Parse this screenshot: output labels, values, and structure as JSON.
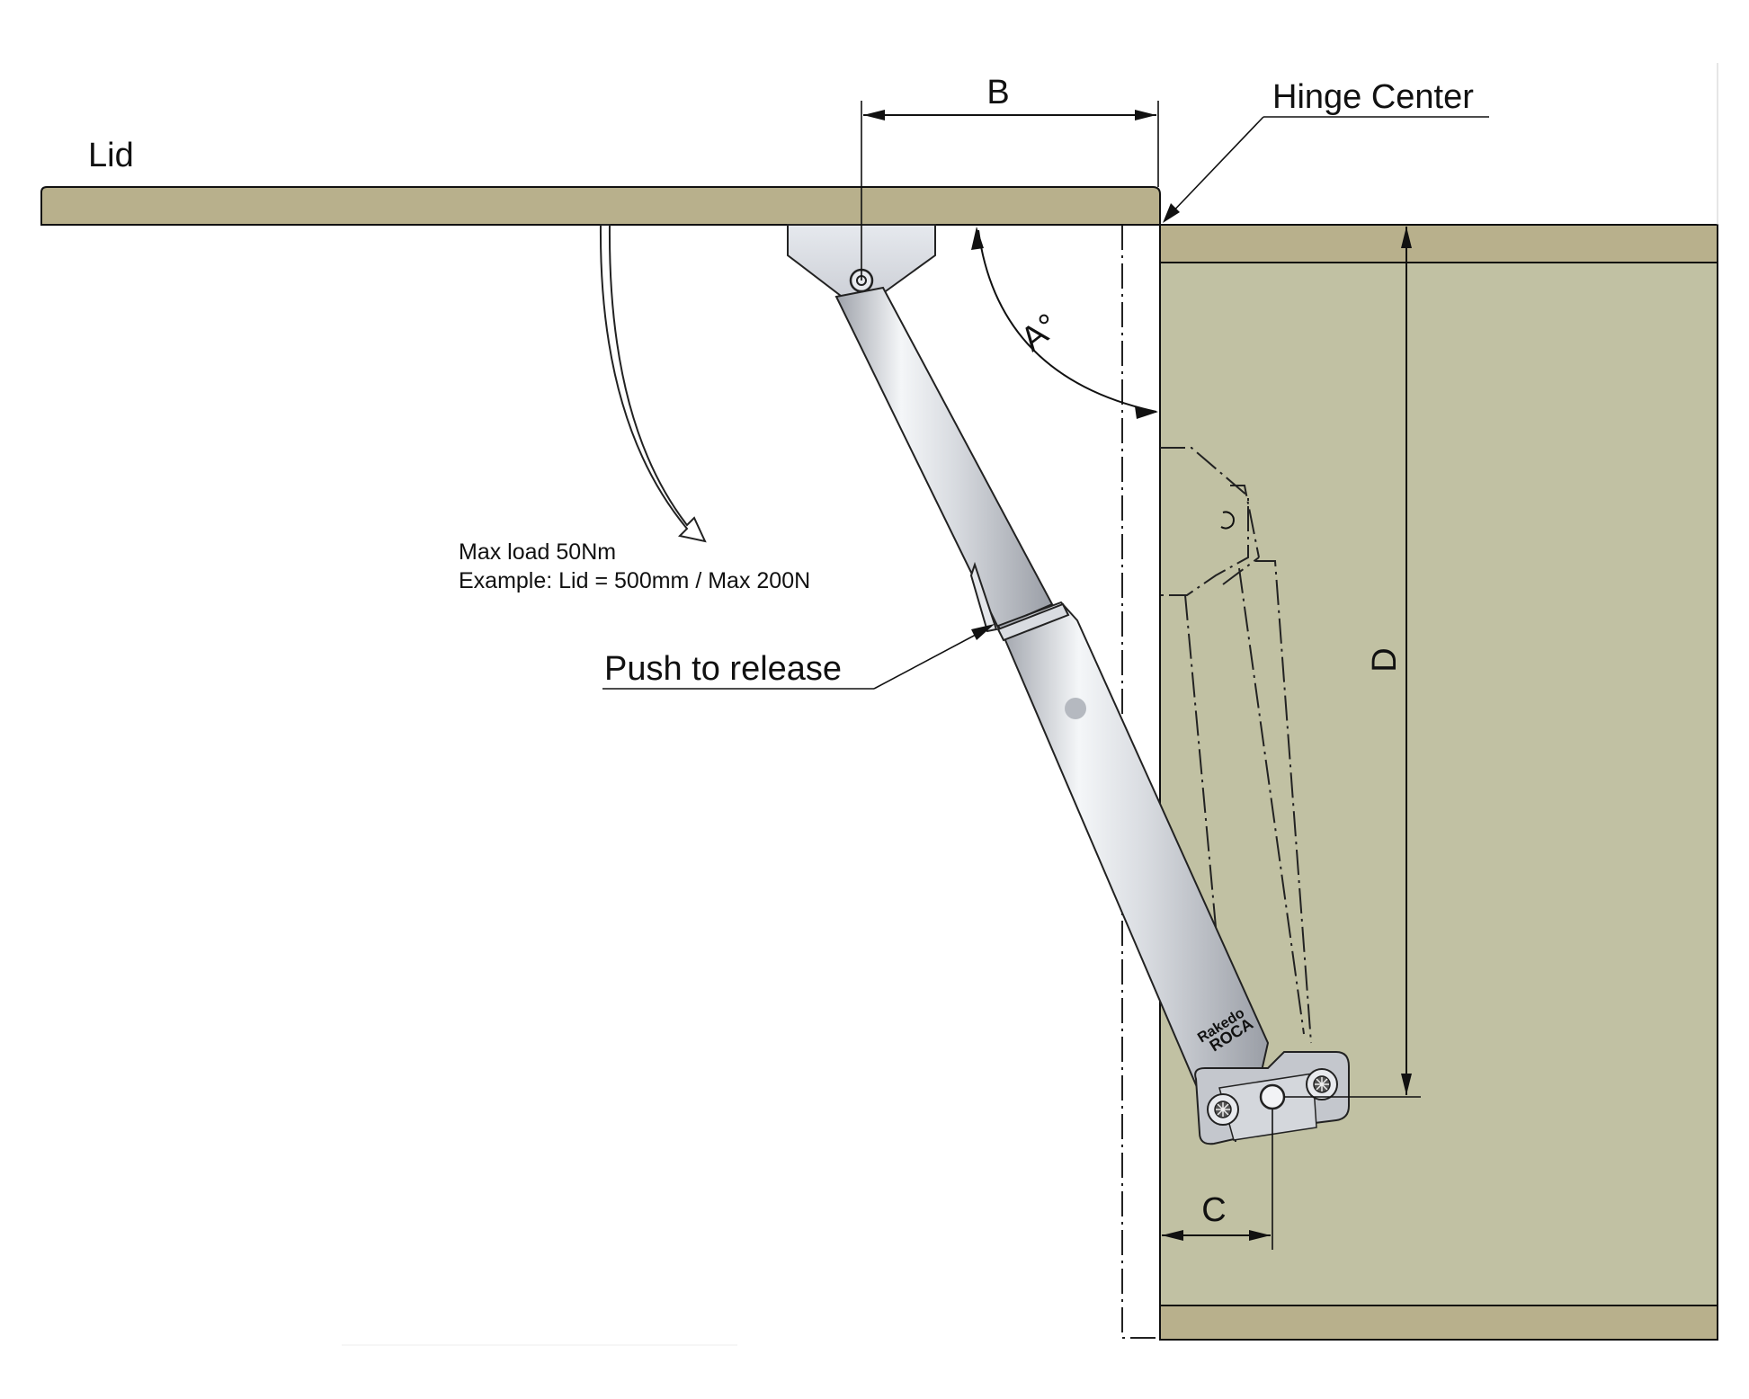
{
  "labels": {
    "lid": "Lid",
    "hinge_center": "Hinge Center",
    "dim_b": "B",
    "dim_a": "A°",
    "dim_c": "C",
    "dim_d": "D",
    "push_to_release": "Push to release",
    "max_load": "Max load 50Nm",
    "example": "Example: Lid = 500mm / Max 200N",
    "brand_top": "Rakedo",
    "brand_bottom": "ROCA"
  },
  "colors": {
    "wood": "#c1c1a3",
    "wood_edge": "#b8b08c",
    "metal_light": "#eef0f3",
    "metal_mid": "#c9ccd2",
    "metal_dark": "#8c9098",
    "line": "#111111"
  },
  "icons": {
    "rotation_arrow": "curved-arrow-icon",
    "screw_left": "screw-icon",
    "screw_right": "screw-icon"
  }
}
